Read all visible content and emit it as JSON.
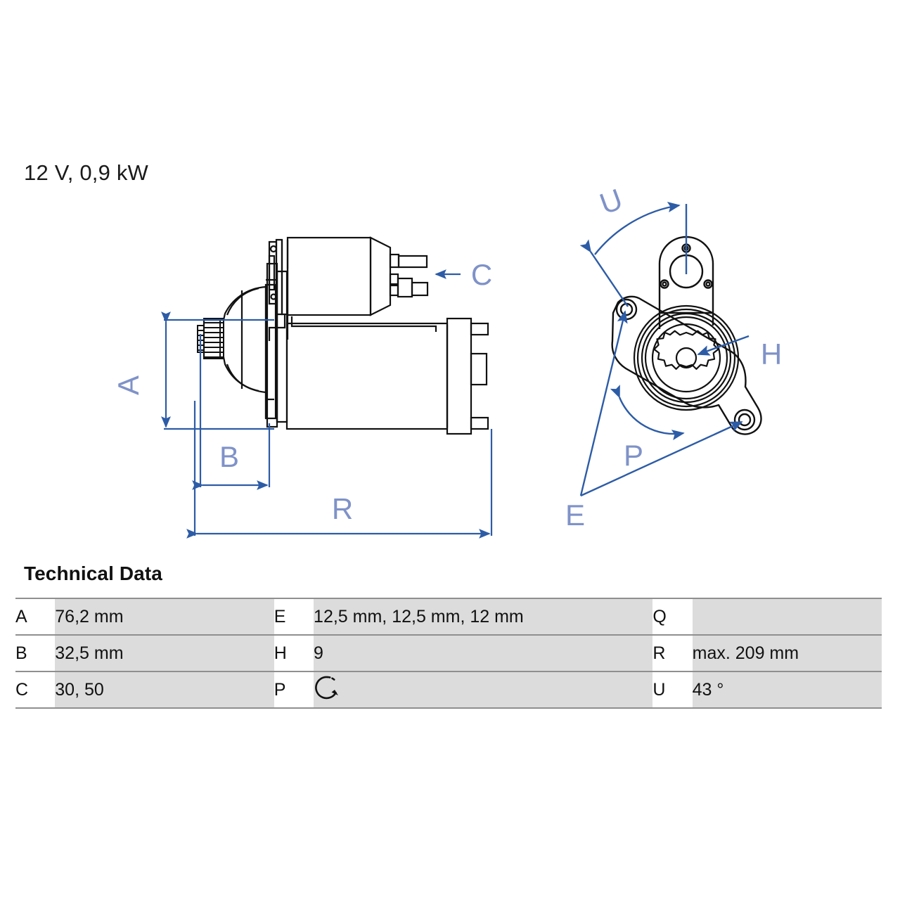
{
  "product": {
    "spec_title": "12 V, 0,9 kW"
  },
  "drawing": {
    "side_view": {
      "labels": {
        "a": "A",
        "b": "B",
        "c": "C",
        "r": "R"
      },
      "icons": {
        "c_arrow": "left-arrow-icon",
        "a_dimension": "vertical-dimension-icon",
        "b_dimension": "horizontal-dimension-icon",
        "r_dimension": "horizontal-dimension-icon"
      }
    },
    "end_view": {
      "labels": {
        "u": "U",
        "h": "H",
        "p": "P",
        "e": "E"
      },
      "icons": {
        "u_arc": "angle-arc-icon",
        "p_arc": "rotation-arc-icon",
        "h_leader": "leader-line-icon",
        "e_leader": "leader-line-icon",
        "pinion": "splined-pinion-icon",
        "flange": "mounting-flange-icon"
      }
    }
  },
  "tech": {
    "heading": "Technical Data",
    "rows": [
      {
        "k1": "A",
        "v1": "76,2 mm",
        "k2": "E",
        "v2": "12,5 mm, 12,5 mm, 12 mm",
        "k3": "Q",
        "v3": ""
      },
      {
        "k1": "B",
        "v1": "32,5 mm",
        "k2": "H",
        "v2": "9",
        "k3": "R",
        "v3": "max. 209 mm"
      },
      {
        "k1": "C",
        "v1": "30, 50",
        "k2": "P",
        "v2": "",
        "k3": "U",
        "v3": "43 °"
      }
    ],
    "p_symbol_name": "clockwise-rotation-icon"
  },
  "colors": {
    "dimension_blue": "#2d5ca6",
    "label_blue": "#7f92c8",
    "outline_black": "#111111",
    "table_row_grey": "#dcdcdc",
    "table_rule_grey": "#8f8f8f"
  }
}
